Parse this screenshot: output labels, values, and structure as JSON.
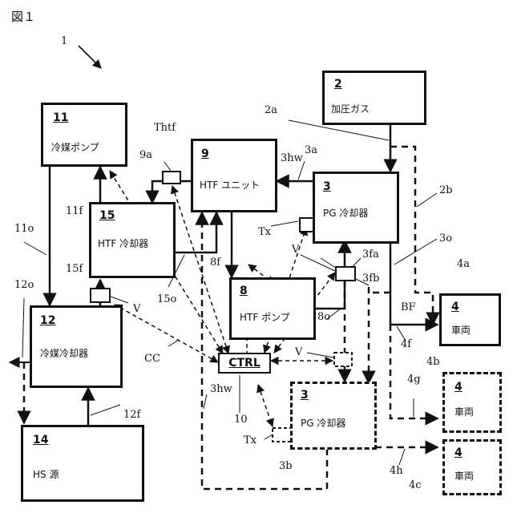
{
  "figure_title": "図１",
  "refs": {
    "r1": "1",
    "r2a": "2a",
    "r2b": "2b",
    "r3a": "3a",
    "r3hw_top": "3hw",
    "r3hw_bottom": "3hw",
    "r3o": "3o",
    "r3fa": "3fa",
    "r3fb": "3fb",
    "r3b": "3b",
    "r4a": "4a",
    "r4b": "4b",
    "r4c": "4c",
    "r4f": "4f",
    "r4g": "4g",
    "r4h": "4h",
    "rThtf": "Thtf",
    "r9a": "9a",
    "r11f": "11f",
    "r11o": "11o",
    "r12o": "12o",
    "r12f": "12f",
    "r15f": "15f",
    "r15o": "15o",
    "r8f": "8f",
    "r8o": "8o",
    "rTx_top": "Tx",
    "rTx_bottom": "Tx",
    "rV_top": "V",
    "rV_left": "V",
    "rV_mid": "V",
    "rBF": "BF",
    "rCC": "CC",
    "r10": "10"
  },
  "boxes": {
    "b2": {
      "num": "2",
      "label": "加圧ガス"
    },
    "b11": {
      "num": "11",
      "label": "冷媒ポンプ"
    },
    "b9": {
      "num": "9",
      "label": "HTF ユニット"
    },
    "b3a": {
      "num": "3",
      "label": "PG 冷却器"
    },
    "b15": {
      "num": "15",
      "label": "HTF 冷却器"
    },
    "b8": {
      "num": "8",
      "label": "HTF ポンプ"
    },
    "b12": {
      "num": "12",
      "label": "冷媒冷却器"
    },
    "b4a": {
      "num": "4",
      "label": "車両"
    },
    "b4b": {
      "num": "4",
      "label": "車両"
    },
    "b4c": {
      "num": "4",
      "label": "車両"
    },
    "b3b": {
      "num": "3",
      "label": "PG 冷却器"
    },
    "b14": {
      "num": "14",
      "label": "HS 源"
    }
  },
  "ctrl": {
    "label": "CTRL"
  }
}
